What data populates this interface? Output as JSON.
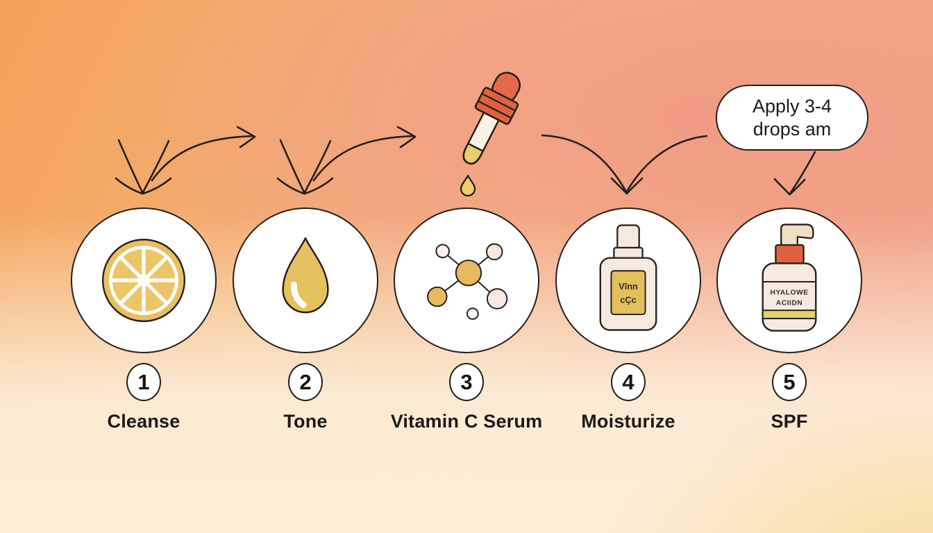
{
  "bubble": {
    "lines": [
      "Apply 3-4",
      "drops am"
    ]
  },
  "steps": [
    {
      "number": "1",
      "label": "Cleanse",
      "icon": "lemon-slice-icon"
    },
    {
      "number": "2",
      "label": "Tone",
      "icon": "droplet-icon"
    },
    {
      "number": "3",
      "label": "Vitamin C Serum",
      "icon": "molecule-icon"
    },
    {
      "number": "4",
      "label": "Moisturize",
      "icon": "serum-bottle-icon",
      "bottle_label_lines": [
        "Vīnn",
        "cÇc"
      ]
    },
    {
      "number": "5",
      "label": "SPF",
      "icon": "pump-bottle-icon",
      "bottle_label_lines": [
        "HYALOWE",
        "ACIIDN"
      ]
    }
  ],
  "decor": {
    "top_icon": "dropper-icon"
  },
  "colors": {
    "outline": "#241F1B",
    "gold": "#E7BA5F",
    "coral": "#E0613E",
    "cream_bottle": "#F6E9DD",
    "stripe_yellow": "#E7D164",
    "bg_orange": "#F2A159",
    "bg_pink": "#F09C86",
    "bg_cream": "#FBEDD6"
  }
}
